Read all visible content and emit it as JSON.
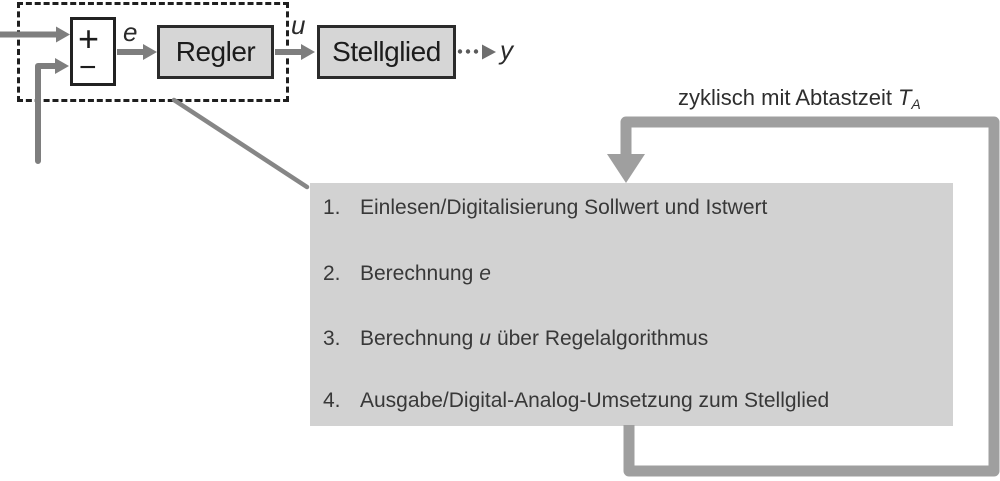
{
  "figure": {
    "blocks": {
      "summing_plus": "+",
      "summing_minus": "−",
      "regler": "Regler",
      "stellglied": "Stellglied"
    },
    "signal_labels": {
      "e": "e",
      "u": "u",
      "y": "y"
    },
    "loop_caption": {
      "text": "zyklisch mit Abtastzeit",
      "variable": "T",
      "subscript": "A"
    },
    "steps": [
      {
        "num": "1.",
        "pre": "Einlesen/Digitalisierung Sollwert und Istwert",
        "var": "",
        "post": ""
      },
      {
        "num": "2.",
        "pre": "Berechnung",
        "var": "e",
        "post": ""
      },
      {
        "num": "3.",
        "pre": "Berechnung",
        "var": "u",
        "post": "über Regelalgorithmus"
      },
      {
        "num": "4.",
        "pre": "Ausgabe/Digital-Analog-Umsetzung zum Stellglied",
        "var": "",
        "post": ""
      }
    ],
    "colors": {
      "block_fill": "#d6d6d6",
      "block_border": "#2b2b2b",
      "panel_fill": "#d2d2d2",
      "connector_gray": "#7e7e7e",
      "loop_gray": "#9f9f9f",
      "dotted_arrow_gray": "#5a5a5a",
      "text": "#333333"
    }
  }
}
